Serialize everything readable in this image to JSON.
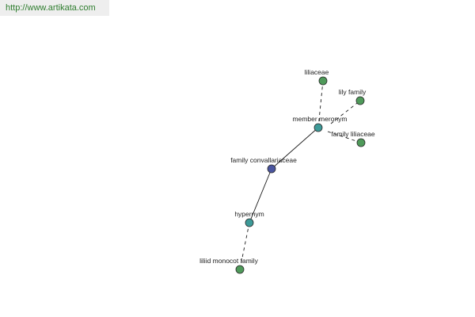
{
  "header": {
    "url": "http://www.artikata.com"
  },
  "colors": {
    "leaf_node": "#4f9a5a",
    "relation_node": "#3d9a98",
    "center_node": "#4a55a0",
    "node_stroke": "#2a2a2a",
    "edge": "#1a1a1a"
  },
  "nodes": [
    {
      "id": "center",
      "label": "family convallariaceae",
      "kind": "center_node"
    },
    {
      "id": "member",
      "label": "member meronym",
      "kind": "relation_node"
    },
    {
      "id": "hyper",
      "label": "hypernym",
      "kind": "relation_node"
    },
    {
      "id": "liliaceae",
      "label": "liliaceae",
      "kind": "leaf_node"
    },
    {
      "id": "lily",
      "label": "lily family",
      "kind": "leaf_node"
    },
    {
      "id": "famlil",
      "label": "family liliaceae",
      "kind": "leaf_node"
    },
    {
      "id": "liliid",
      "label": "liliid monocot family",
      "kind": "leaf_node"
    }
  ],
  "edges": [
    {
      "from": "center",
      "to": "member",
      "style": "solid"
    },
    {
      "from": "center",
      "to": "hyper",
      "style": "solid"
    },
    {
      "from": "member",
      "to": "liliaceae",
      "style": "dashed"
    },
    {
      "from": "member",
      "to": "lily",
      "style": "dashed"
    },
    {
      "from": "member",
      "to": "famlil",
      "style": "dashed"
    },
    {
      "from": "hyper",
      "to": "liliid",
      "style": "dashed"
    }
  ]
}
